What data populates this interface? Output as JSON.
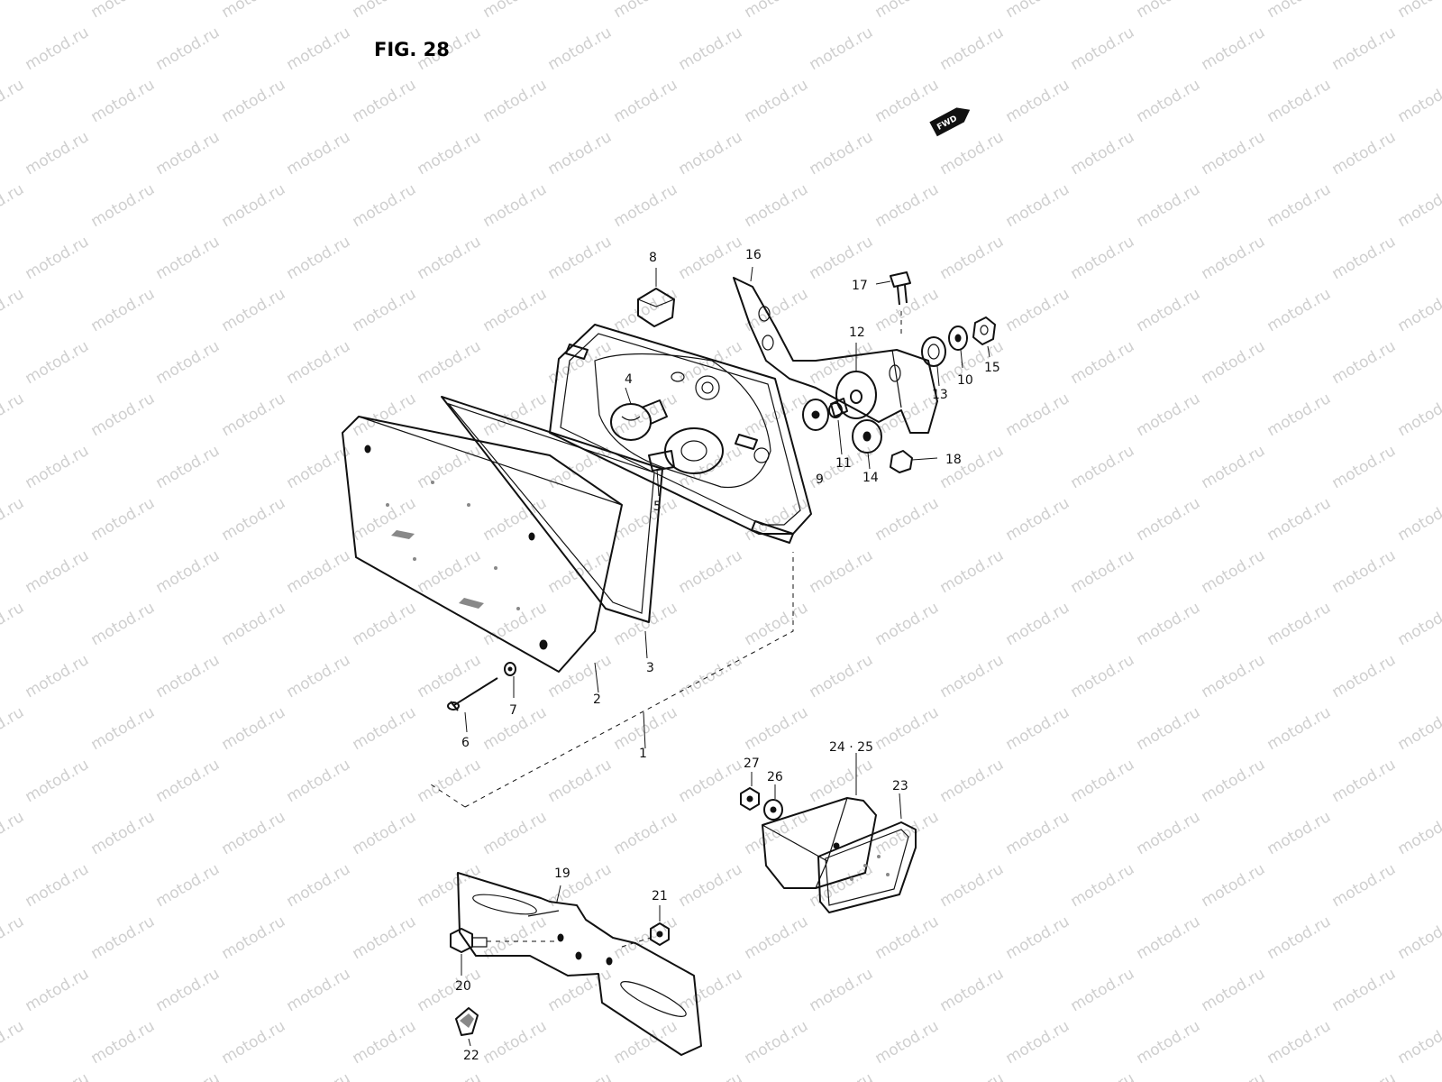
{
  "figure": {
    "title": "FIG. 28",
    "forward_marker": "FWD"
  },
  "watermark": {
    "text": "motod.ru"
  },
  "callouts": [
    "1",
    "2",
    "3",
    "4",
    "5",
    "6",
    "7",
    "8",
    "9",
    "10",
    "11",
    "12",
    "13",
    "14",
    "15",
    "16",
    "17",
    "18",
    "19",
    "20",
    "21",
    "22",
    "23",
    "24 · 25",
    "26",
    "27"
  ]
}
